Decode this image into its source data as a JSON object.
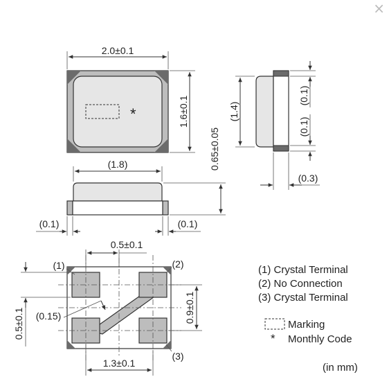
{
  "close_glyph": "×",
  "top_view": {
    "width_label": "2.0±0.1",
    "height_label": "1.6±0.1",
    "mark_symbol": "*"
  },
  "side_view": {
    "inner_width_label": "(1.8)",
    "thickness_label": "0.65±0.05",
    "left_offset_label": "(0.1)",
    "right_offset_label": "(0.1)"
  },
  "end_view": {
    "height_label": "(1.4)",
    "top_margin_label": "(0.1)",
    "bottom_margin_label": "(0.1)",
    "depth_label": "(0.3)"
  },
  "footprint": {
    "pad_pitch_top_label": "0.5±0.1",
    "pad_pitch_bottom_label": "1.3±0.1",
    "left_height_label": "0.5±0.1",
    "right_height_label": "0.9±0.1",
    "trace_width_label": "(0.15)",
    "pin1_label": "(1)",
    "pin2_label": "(2)",
    "pin3_label": "(3)"
  },
  "legend": {
    "items": [
      "(1) Crystal Terminal",
      "(2) No Connection",
      "(3) Crystal Terminal"
    ],
    "marking_label": "Marking",
    "monthly_symbol": "*",
    "monthly_label": "Monthly Code",
    "unit_note": "(in mm)"
  }
}
